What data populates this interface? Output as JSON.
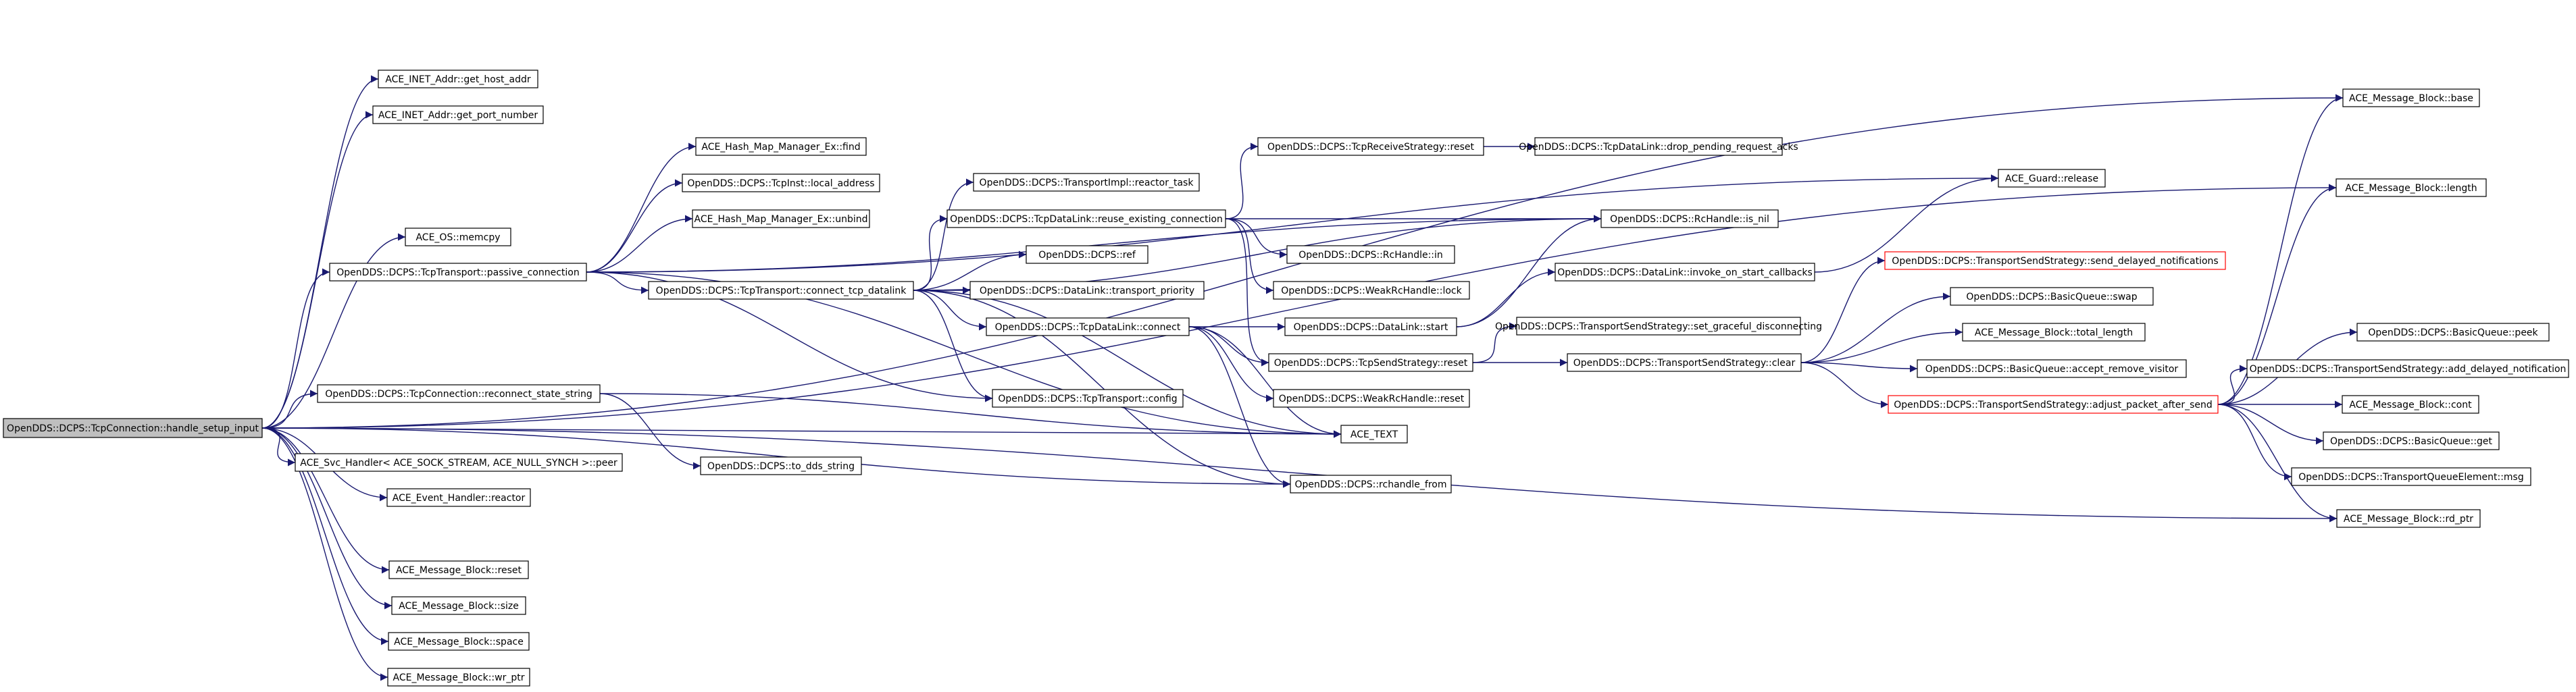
{
  "colors": {
    "edge": "#191970",
    "node_border": "#000000",
    "node_border_truncated": "#ff0000",
    "root_fill": "#bfbfbf",
    "node_fill": "#ffffff"
  },
  "nodes": [
    {
      "id": "root",
      "label": "OpenDDS::DCPS::TcpConnection::handle_setup_input",
      "style": "root"
    },
    {
      "id": "get_host_addr",
      "label": "ACE_INET_Addr::get_host_addr"
    },
    {
      "id": "get_port_number",
      "label": "ACE_INET_Addr::get_port_number"
    },
    {
      "id": "memcpy",
      "label": "ACE_OS::memcpy"
    },
    {
      "id": "passive_connection",
      "label": "OpenDDS::DCPS::TcpTransport::passive_connection"
    },
    {
      "id": "reconnect_state_string",
      "label": "OpenDDS::DCPS::TcpConnection::reconnect_state_string"
    },
    {
      "id": "peer",
      "label": "ACE_Svc_Handler< ACE_SOCK_STREAM, ACE_NULL_SYNCH >::peer"
    },
    {
      "id": "reactor",
      "label": "ACE_Event_Handler::reactor"
    },
    {
      "id": "mb_reset",
      "label": "ACE_Message_Block::reset"
    },
    {
      "id": "mb_size",
      "label": "ACE_Message_Block::size"
    },
    {
      "id": "mb_space",
      "label": "ACE_Message_Block::space"
    },
    {
      "id": "mb_wr_ptr",
      "label": "ACE_Message_Block::wr_ptr"
    },
    {
      "id": "hm_find",
      "label": "ACE_Hash_Map_Manager_Ex::find"
    },
    {
      "id": "local_address",
      "label": "OpenDDS::DCPS::TcpInst::local_address"
    },
    {
      "id": "hm_unbind",
      "label": "ACE_Hash_Map_Manager_Ex::unbind"
    },
    {
      "id": "connect_tcp_datalink",
      "label": "OpenDDS::DCPS::TcpTransport::connect_tcp_datalink"
    },
    {
      "id": "to_dds_string",
      "label": "OpenDDS::DCPS::to_dds_string"
    },
    {
      "id": "reactor_task",
      "label": "OpenDDS::DCPS::TransportImpl::reactor_task"
    },
    {
      "id": "reuse_existing_connection",
      "label": "OpenDDS::DCPS::TcpDataLink::reuse_existing_connection"
    },
    {
      "id": "dcps_ref",
      "label": "OpenDDS::DCPS::ref"
    },
    {
      "id": "transport_priority",
      "label": "OpenDDS::DCPS::DataLink::transport_priority"
    },
    {
      "id": "tdl_connect",
      "label": "OpenDDS::DCPS::TcpDataLink::connect"
    },
    {
      "id": "tt_config",
      "label": "OpenDDS::DCPS::TcpTransport::config"
    },
    {
      "id": "trs_reset",
      "label": "OpenDDS::DCPS::TcpReceiveStrategy::reset"
    },
    {
      "id": "rch_in",
      "label": "OpenDDS::DCPS::RcHandle::in"
    },
    {
      "id": "wrch_lock",
      "label": "OpenDDS::DCPS::WeakRcHandle::lock"
    },
    {
      "id": "dl_start",
      "label": "OpenDDS::DCPS::DataLink::start"
    },
    {
      "id": "tss_reset",
      "label": "OpenDDS::DCPS::TcpSendStrategy::reset"
    },
    {
      "id": "wrch_reset",
      "label": "OpenDDS::DCPS::WeakRcHandle::reset"
    },
    {
      "id": "ace_text",
      "label": "ACE_TEXT"
    },
    {
      "id": "rchandle_from",
      "label": "OpenDDS::DCPS::rchandle_from"
    },
    {
      "id": "drop_pending",
      "label": "OpenDDS::DCPS::TcpDataLink::drop_pending_request_acks"
    },
    {
      "id": "is_nil",
      "label": "OpenDDS::DCPS::RcHandle::is_nil"
    },
    {
      "id": "invoke_on_start",
      "label": "OpenDDS::DCPS::DataLink::invoke_on_start_callbacks"
    },
    {
      "id": "set_graceful",
      "label": "OpenDDS::DCPS::TransportSendStrategy::set_graceful_disconnecting"
    },
    {
      "id": "tss_clear",
      "label": "OpenDDS::DCPS::TransportSendStrategy::clear"
    },
    {
      "id": "guard_release",
      "label": "ACE_Guard::release"
    },
    {
      "id": "send_delayed",
      "label": "OpenDDS::DCPS::TransportSendStrategy::send_delayed_notifications",
      "style": "red"
    },
    {
      "id": "bq_swap",
      "label": "OpenDDS::DCPS::BasicQueue::swap"
    },
    {
      "id": "mb_total_length",
      "label": "ACE_Message_Block::total_length"
    },
    {
      "id": "bq_accept_remove",
      "label": "OpenDDS::DCPS::BasicQueue::accept_remove_visitor"
    },
    {
      "id": "adjust_packet",
      "label": "OpenDDS::DCPS::TransportSendStrategy::adjust_packet_after_send",
      "style": "red"
    },
    {
      "id": "mb_base",
      "label": "ACE_Message_Block::base"
    },
    {
      "id": "mb_length",
      "label": "ACE_Message_Block::length"
    },
    {
      "id": "bq_peek",
      "label": "OpenDDS::DCPS::BasicQueue::peek"
    },
    {
      "id": "add_delayed",
      "label": "OpenDDS::DCPS::TransportSendStrategy::add_delayed_notification"
    },
    {
      "id": "mb_cont",
      "label": "ACE_Message_Block::cont"
    },
    {
      "id": "bq_get",
      "label": "OpenDDS::DCPS::BasicQueue::get"
    },
    {
      "id": "tqe_msg",
      "label": "OpenDDS::DCPS::TransportQueueElement::msg"
    },
    {
      "id": "mb_rd_ptr",
      "label": "ACE_Message_Block::rd_ptr"
    }
  ],
  "edges": [
    [
      "root",
      "mb_base"
    ],
    [
      "root",
      "get_host_addr"
    ],
    [
      "root",
      "get_port_number"
    ],
    [
      "root",
      "mb_length"
    ],
    [
      "root",
      "memcpy"
    ],
    [
      "root",
      "passive_connection"
    ],
    [
      "root",
      "reconnect_state_string"
    ],
    [
      "root",
      "ace_text"
    ],
    [
      "root",
      "peer"
    ],
    [
      "root",
      "reactor"
    ],
    [
      "root",
      "rchandle_from"
    ],
    [
      "root",
      "mb_rd_ptr"
    ],
    [
      "root",
      "mb_reset"
    ],
    [
      "root",
      "mb_size"
    ],
    [
      "root",
      "mb_space"
    ],
    [
      "root",
      "mb_wr_ptr"
    ],
    [
      "passive_connection",
      "hm_find"
    ],
    [
      "passive_connection",
      "local_address"
    ],
    [
      "passive_connection",
      "hm_unbind"
    ],
    [
      "passive_connection",
      "connect_tcp_datalink"
    ],
    [
      "passive_connection",
      "is_nil"
    ],
    [
      "passive_connection",
      "guard_release"
    ],
    [
      "passive_connection",
      "ace_text"
    ],
    [
      "passive_connection",
      "tt_config"
    ],
    [
      "reconnect_state_string",
      "to_dds_string"
    ],
    [
      "reconnect_state_string",
      "ace_text"
    ],
    [
      "connect_tcp_datalink",
      "reactor_task"
    ],
    [
      "connect_tcp_datalink",
      "reuse_existing_connection"
    ],
    [
      "connect_tcp_datalink",
      "dcps_ref"
    ],
    [
      "connect_tcp_datalink",
      "transport_priority"
    ],
    [
      "connect_tcp_datalink",
      "tdl_connect"
    ],
    [
      "connect_tcp_datalink",
      "tt_config"
    ],
    [
      "connect_tcp_datalink",
      "ace_text"
    ],
    [
      "connect_tcp_datalink",
      "is_nil"
    ],
    [
      "connect_tcp_datalink",
      "rchandle_from"
    ],
    [
      "reuse_existing_connection",
      "trs_reset"
    ],
    [
      "reuse_existing_connection",
      "is_nil"
    ],
    [
      "reuse_existing_connection",
      "rch_in"
    ],
    [
      "reuse_existing_connection",
      "wrch_lock"
    ],
    [
      "reuse_existing_connection",
      "tss_reset"
    ],
    [
      "tdl_connect",
      "dl_start"
    ],
    [
      "tdl_connect",
      "tss_reset"
    ],
    [
      "tdl_connect",
      "wrch_reset"
    ],
    [
      "tdl_connect",
      "ace_text"
    ],
    [
      "tdl_connect",
      "rchandle_from"
    ],
    [
      "trs_reset",
      "drop_pending"
    ],
    [
      "dl_start",
      "is_nil"
    ],
    [
      "dl_start",
      "invoke_on_start"
    ],
    [
      "invoke_on_start",
      "guard_release"
    ],
    [
      "tss_reset",
      "set_graceful"
    ],
    [
      "tss_reset",
      "tss_clear"
    ],
    [
      "tss_clear",
      "send_delayed"
    ],
    [
      "tss_clear",
      "bq_swap"
    ],
    [
      "tss_clear",
      "mb_total_length"
    ],
    [
      "tss_clear",
      "bq_accept_remove"
    ],
    [
      "tss_clear",
      "adjust_packet"
    ],
    [
      "adjust_packet",
      "mb_base"
    ],
    [
      "adjust_packet",
      "mb_length"
    ],
    [
      "adjust_packet",
      "bq_peek"
    ],
    [
      "adjust_packet",
      "add_delayed"
    ],
    [
      "adjust_packet",
      "mb_cont"
    ],
    [
      "adjust_packet",
      "bq_get"
    ],
    [
      "adjust_packet",
      "tqe_msg"
    ],
    [
      "adjust_packet",
      "mb_rd_ptr"
    ]
  ]
}
